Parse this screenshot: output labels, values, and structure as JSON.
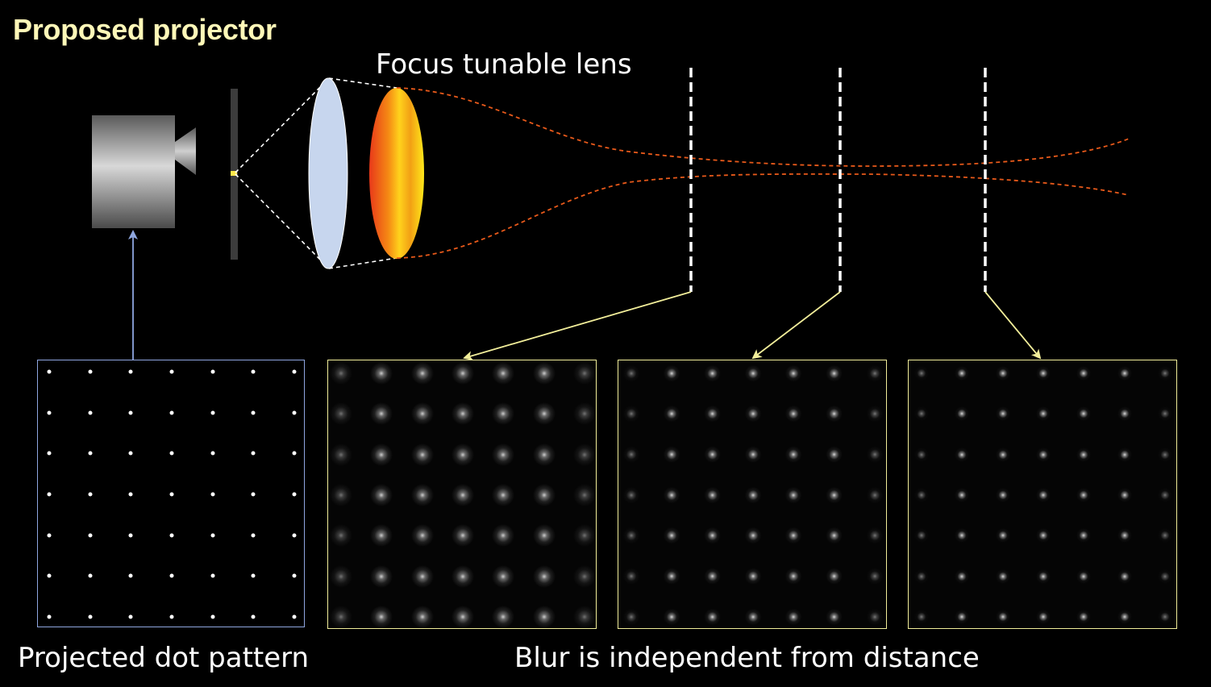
{
  "title": "Proposed projector",
  "lens_label": "Focus tunable lens",
  "captions": {
    "dot_pattern": "Projected dot pattern",
    "blur": "Blur is independent from distance"
  },
  "colors": {
    "title": "#fff8b8",
    "dot_panel_border": "#8fa6e0",
    "capture_panel_border": "#f2ee9a",
    "beam_near": "#f2c21a",
    "beam_far": "#e8591a",
    "arrow_blue": "#8fa6e0",
    "arrow_yellow": "#f2ee9a"
  },
  "icons": {
    "projector": "projector-icon",
    "slide": "slide-plate",
    "fixed_lens": "convex-lens-icon",
    "tunable_lens": "tunable-lens-icon",
    "screens": "screen-plane-marker"
  },
  "dot_grid": {
    "rows": 7,
    "cols": 7
  },
  "capture_panels": [
    {
      "blur_level": 1.0
    },
    {
      "blur_level": 0.6
    },
    {
      "blur_level": 0.45
    }
  ]
}
